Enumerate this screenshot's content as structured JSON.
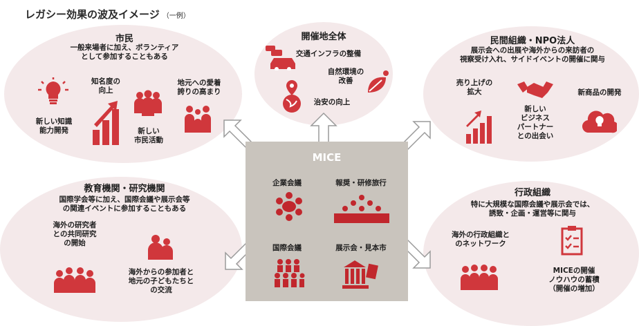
{
  "title": "レガシー効果の波及イメージ",
  "title_note": "（一例）",
  "colors": {
    "accent": "#d0373c",
    "blob": "#f4e9ea",
    "mice_bg": "#c9c4bd"
  },
  "citizens": {
    "heading": "市民",
    "desc": [
      "一般来場者に加え、ボランティア",
      "として参加することもある"
    ],
    "items": [
      {
        "label": [
          "新しい知識",
          "能力開発"
        ],
        "icon": "lightbulb-icon"
      },
      {
        "label": [
          "知名度の",
          "向上"
        ],
        "icon": "bar-chart-up-icon"
      },
      {
        "label": [
          "新しい",
          "市民活動"
        ],
        "icon": "people-group-icon"
      },
      {
        "label": [
          "地元への愛着",
          "誇りの高まり"
        ],
        "icon": "family-icon"
      }
    ]
  },
  "host_area": {
    "heading": "開催地全体",
    "items": [
      {
        "label": "交通インフラの整備",
        "icon": "cars-icon"
      },
      {
        "label": [
          "自然環境の",
          "改善"
        ],
        "icon": "leaf-sun-icon"
      },
      {
        "label": "治安の向上",
        "icon": "globe-pin-icon"
      }
    ]
  },
  "private": {
    "heading": "民間組織・NPO法人",
    "desc": [
      "展示会への出展や海外からの来訪者の",
      "視察受け入れ、サイドイベントの開催に関与"
    ],
    "items": [
      {
        "label": [
          "売り上げの",
          "拡大"
        ],
        "icon": "sales-chart-icon"
      },
      {
        "label": [
          "新しい",
          "ビジネス",
          "パートナー",
          "との出会い"
        ],
        "icon": "handshake-icon"
      },
      {
        "label": "新商品の開発",
        "icon": "idea-cloud-icon"
      }
    ]
  },
  "education": {
    "heading": "教育機関・研究機関",
    "desc": [
      "国際学会等に加え、国際会議や展示会等",
      "の関連イベントに参加することもある"
    ],
    "items": [
      {
        "label": [
          "海外の研究者",
          "との共同研究",
          "の開始"
        ],
        "icon": "researchers-icon"
      },
      {
        "label": [
          "海外からの参加者と",
          "地元の子どもたちと",
          "の交流"
        ],
        "icon": "kids-icon"
      }
    ]
  },
  "government": {
    "heading": "行政組織",
    "desc": [
      "特に大規模な国際会議や展示会では、",
      "誘致・企画・運営等に関与"
    ],
    "items": [
      {
        "label": [
          "海外の行政組織と",
          "のネットワーク"
        ],
        "icon": "officials-icon"
      },
      {
        "label": [
          "MICEの開催",
          "ノウハウの蓄積",
          "（開催の増加）"
        ],
        "icon": "checklist-icon"
      }
    ]
  },
  "mice": {
    "heading": "MICE",
    "items": [
      {
        "label": "企業会議",
        "icon": "meeting-icon"
      },
      {
        "label": "報奨・研修旅行",
        "icon": "tour-group-icon"
      },
      {
        "label": "国際会議",
        "icon": "conference-icon"
      },
      {
        "label": "展示会・見本市",
        "icon": "exhibition-icon"
      }
    ]
  }
}
